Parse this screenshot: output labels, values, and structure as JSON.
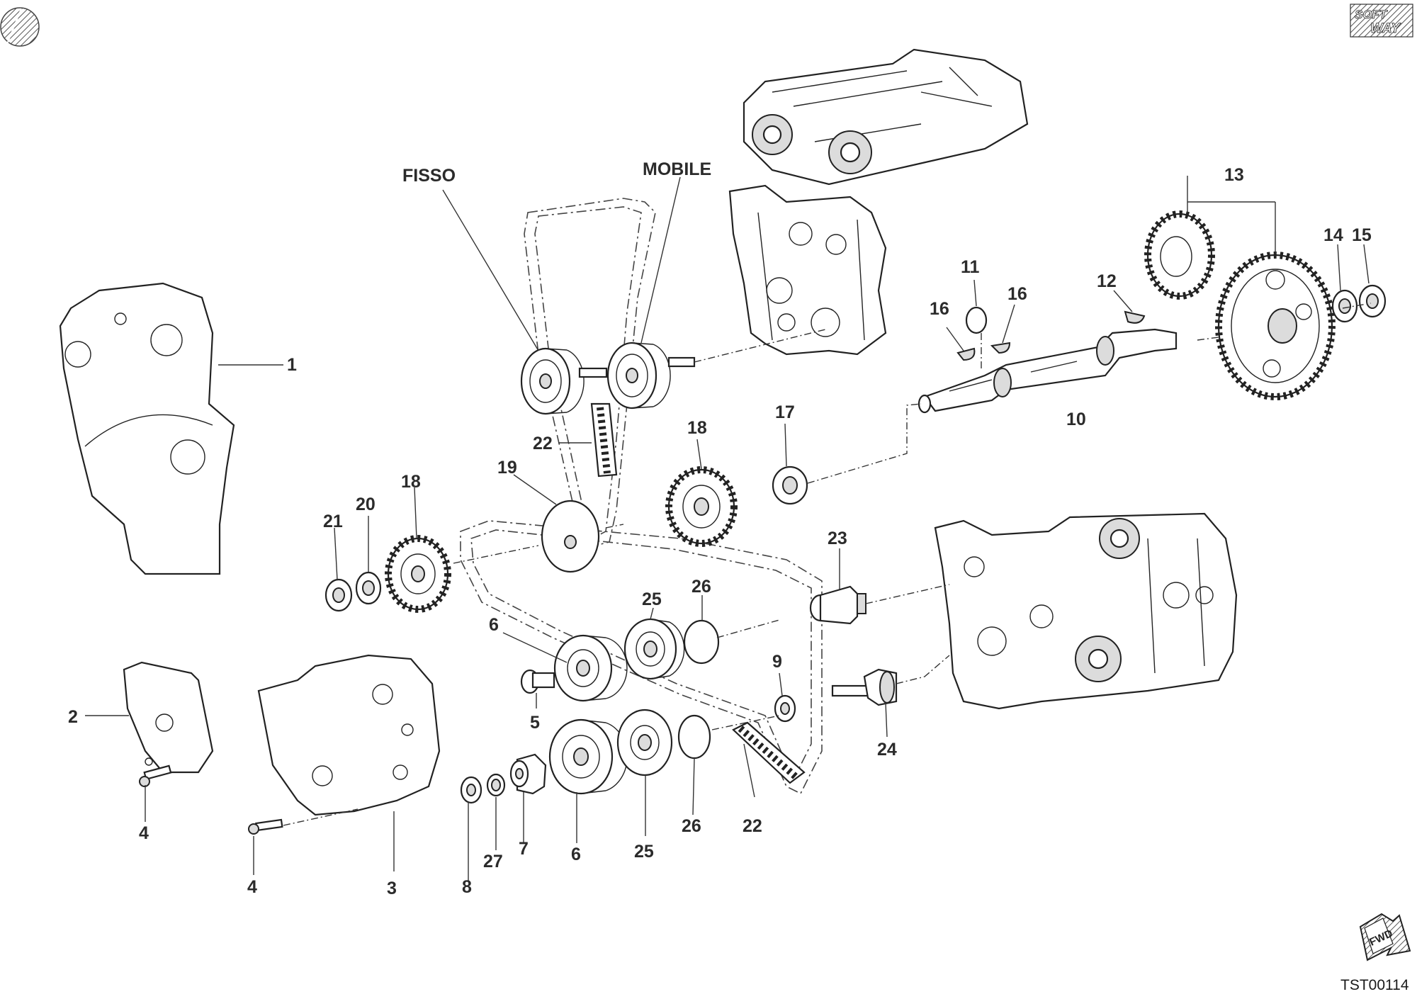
{
  "diagram": {
    "labels": {
      "fisso": "FISSO",
      "mobile": "MOBILE",
      "p1": "1",
      "p2": "2",
      "p3": "3",
      "p4a": "4",
      "p4b": "4",
      "p5": "5",
      "p6a": "6",
      "p6b": "6",
      "p7": "7",
      "p8": "8",
      "p9": "9",
      "p10": "10",
      "p11": "11",
      "p12": "12",
      "p13": "13",
      "p14": "14",
      "p15": "15",
      "p16a": "16",
      "p16b": "16",
      "p17": "17",
      "p18a": "18",
      "p18b": "18",
      "p19": "19",
      "p20": "20",
      "p21": "21",
      "p22a": "22",
      "p22b": "22",
      "p23": "23",
      "p24": "24",
      "p25a": "25",
      "p25b": "25",
      "p26a": "26",
      "p26b": "26",
      "p27": "27"
    },
    "logo_text": "SOFT WAY",
    "fwd_text": "FWD",
    "code": "TST00114"
  },
  "icons": {
    "corner_logo": "hatched-circle-logo-icon",
    "brand_logo": "softway-logo-icon",
    "fwd": "fwd-arrow-icon"
  }
}
